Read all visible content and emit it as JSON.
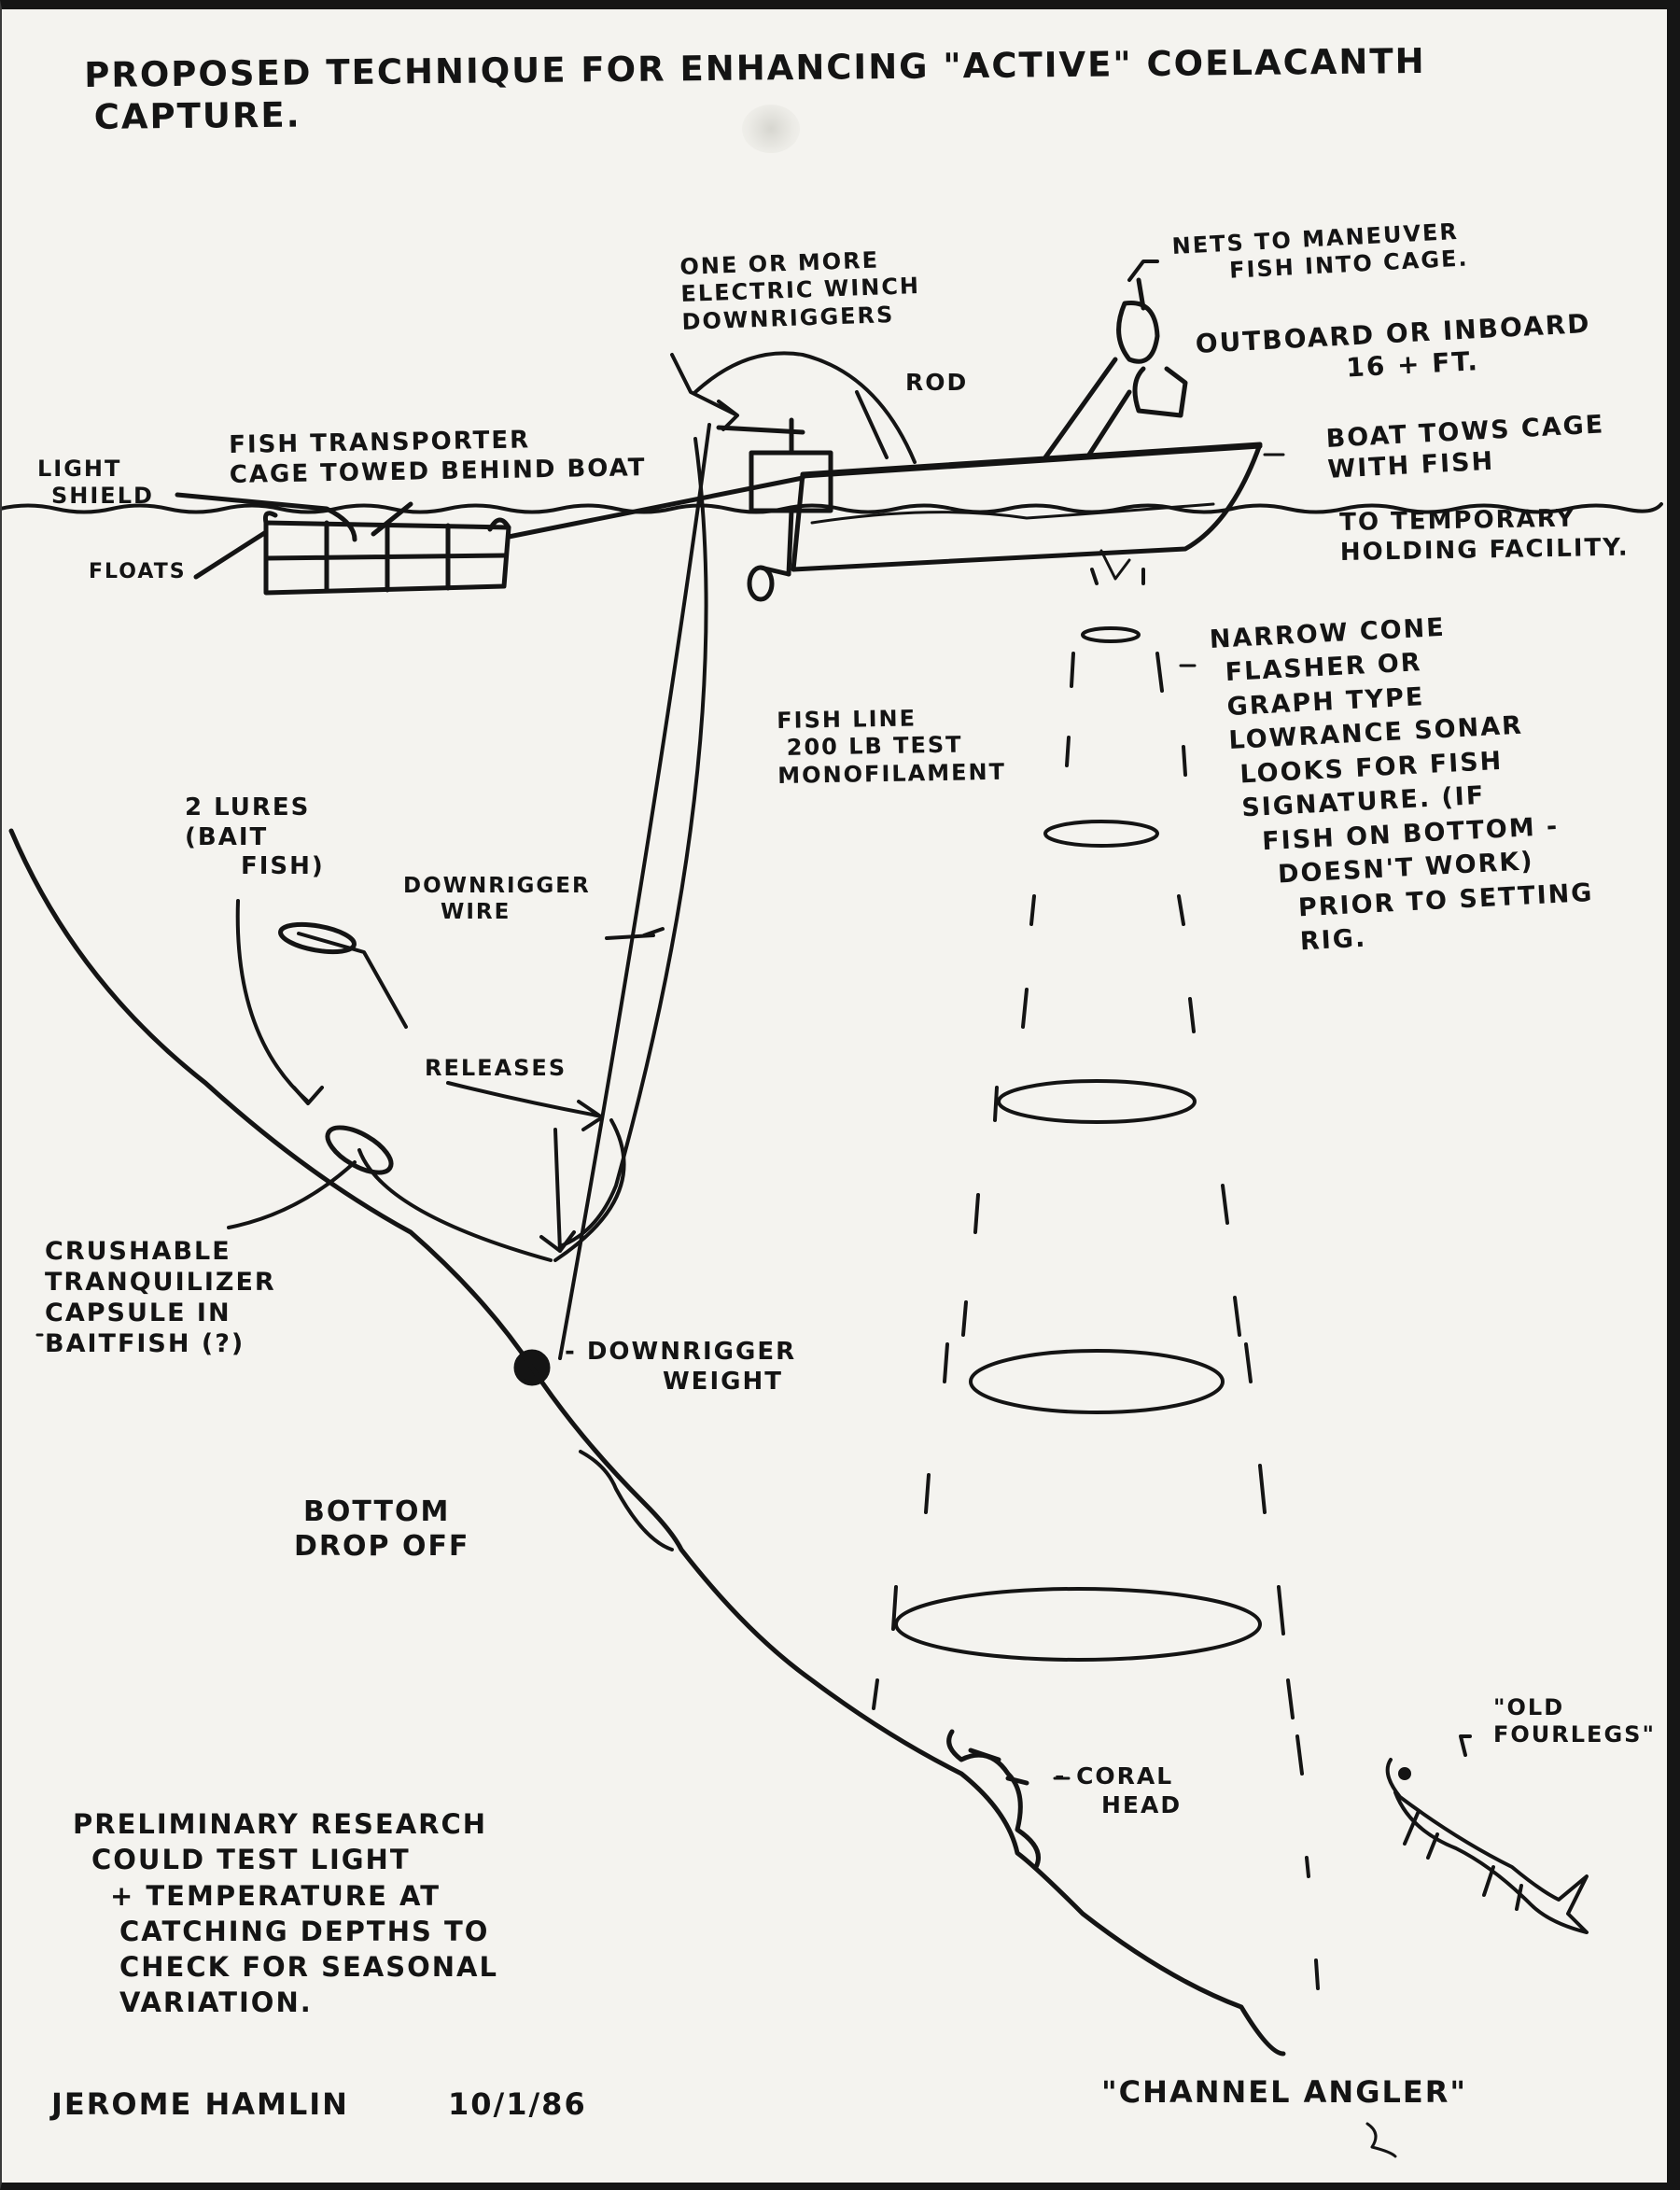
{
  "title": {
    "line1": "PROPOSED TECHNIQUE FOR ENHANCING \"ACTIVE\" COELACANTH",
    "line2": "CAPTURE."
  },
  "labels": {
    "electric_winch": [
      "ONE OR MORE",
      "ELECTRIC WINCH",
      "DOWNRIGGERS"
    ],
    "nets": [
      "NETS TO MANEUVER",
      "FISH INTO CAGE."
    ],
    "rod": "ROD",
    "outboard": [
      "OUTBOARD OR INBOARD",
      "16 + FT."
    ],
    "light_shield": [
      "LIGHT",
      "SHIELD"
    ],
    "fish_cage": [
      "FISH TRANSPORTER",
      "CAGE TOWED BEHIND BOAT"
    ],
    "floats": "FLOATS",
    "boat_tows": [
      "BOAT TOWS CAGE",
      "WITH FISH"
    ],
    "holding_facility": [
      "TO TEMPORARY",
      "HOLDING FACILITY."
    ],
    "sonar": [
      "NARROW CONE",
      "FLASHER OR",
      "GRAPH TYPE",
      "LOWRANCE SONAR",
      "LOOKS FOR FISH",
      "SIGNATURE. (IF",
      "FISH ON BOTTOM -",
      "DOESN'T WORK)",
      "PRIOR TO SETTING",
      "RIG."
    ],
    "fish_line": [
      "FISH LINE",
      "200 LB TEST",
      "MONOFILAMENT"
    ],
    "lures": [
      "2 LURES",
      "(BAIT",
      "FISH)"
    ],
    "downrigger_wire": [
      "DOWNRIGGER",
      "WIRE"
    ],
    "releases": "RELEASES",
    "capsule": [
      "CRUSHABLE",
      "TRANQUILIZER",
      "CAPSULE IN",
      "BAITFISH (?)"
    ],
    "downrigger_weight": [
      "- DOWNRIGGER",
      "WEIGHT"
    ],
    "bottom": [
      "BOTTOM",
      "DROP OFF"
    ],
    "coral_head": [
      "- CORAL",
      "HEAD"
    ],
    "old_fourlegs": [
      "\"OLD",
      "FOURLEGS\""
    ],
    "research": [
      "PRELIMINARY RESEARCH",
      "COULD TEST LIGHT",
      "+ TEMPERATURE AT",
      "CATCHING DEPTHS TO",
      "CHECK FOR SEASONAL",
      "VARIATION."
    ]
  },
  "signature": {
    "name": "JEROME HAMLIN",
    "date": "10/1/86",
    "publication": "\"CHANNEL ANGLER\""
  },
  "colors": {
    "ink": "#141414",
    "paper": "#f4f3ef",
    "border": "#151515"
  }
}
